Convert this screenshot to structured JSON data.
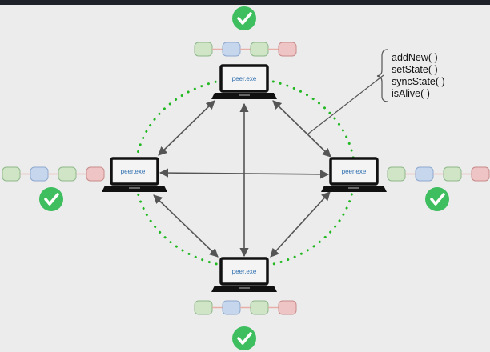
{
  "diagram": {
    "peers": [
      {
        "id": "top",
        "label": "peer.exe"
      },
      {
        "id": "left",
        "label": "peer.exe"
      },
      {
        "id": "right",
        "label": "peer.exe"
      },
      {
        "id": "bottom",
        "label": "peer.exe"
      }
    ],
    "functions": [
      "addNew( )",
      "setState( )",
      "syncState( )",
      "isAlive( )"
    ],
    "block_colors": {
      "green": "#cfe5c6",
      "blue": "#c6d6ec",
      "red": "#efc4c4",
      "link": "#e6b0a8"
    },
    "check_color": "#3fbe5f",
    "ring_color": "#22b822",
    "arrow_color": "#555555",
    "chain_order": [
      "green",
      "blue",
      "green",
      "red"
    ]
  }
}
